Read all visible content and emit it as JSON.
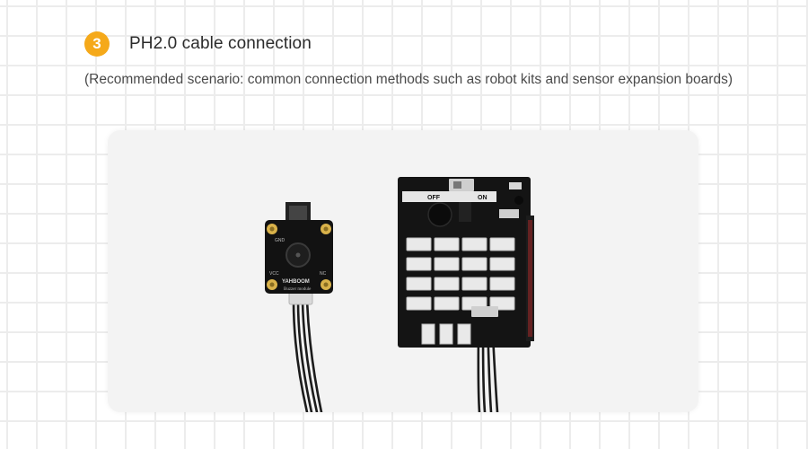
{
  "step": {
    "number": "3",
    "title": "PH2.0 cable connection",
    "subtitle": "(Recommended scenario: common connection methods such as robot kits and sensor expansion boards)",
    "badge_color": "#f5a91a"
  },
  "photo": {
    "module_brand": "YAHBOOM",
    "module_name": "Buzzer module",
    "module_pins": [
      "GND",
      "VCC",
      "NC"
    ],
    "board_switch_off": "OFF",
    "board_switch_on": "ON"
  }
}
